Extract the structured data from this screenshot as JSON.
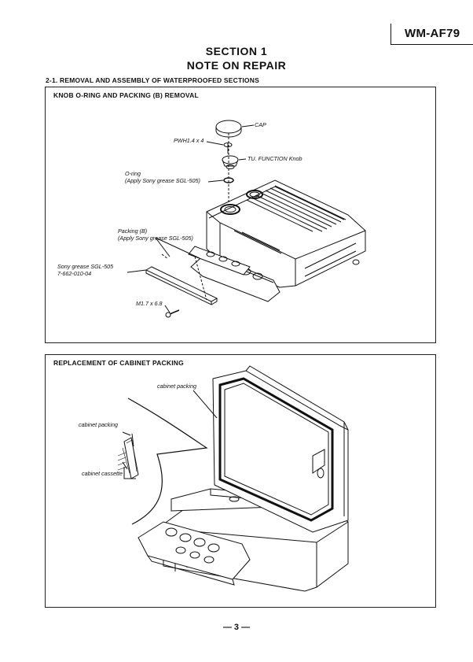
{
  "header": {
    "model": "WM-AF79"
  },
  "section": {
    "number": "SECTION 1",
    "title": "NOTE ON REPAIR"
  },
  "subsection": "2-1.  REMOVAL AND ASSEMBLY OF WATERPROOFED SECTIONS",
  "panel1": {
    "title": "KNOB O-RING AND PACKING (B) REMOVAL",
    "labels": {
      "cap": "CAP",
      "pwh": "PWH1.4 x 4",
      "knob": "TU. FUNCTION Knob",
      "oring_1": "O-ring",
      "oring_2": "(Apply Sony grease SGL-505)",
      "packing_1": "Packing (B)",
      "packing_2": "(Apply Sony grease SGL-505)",
      "grease_1": "Sony grease SGL-505",
      "grease_2": "7-662-010-04",
      "screw": "M1.7 x 6.8"
    }
  },
  "panel2": {
    "title": "REPLACEMENT OF CABINET PACKING",
    "labels": {
      "packing_main": "cabinet packing",
      "packing_detail": "cabinet packing",
      "cassette": "cabinet cassette"
    }
  },
  "footer": {
    "page": "— 3 —"
  }
}
